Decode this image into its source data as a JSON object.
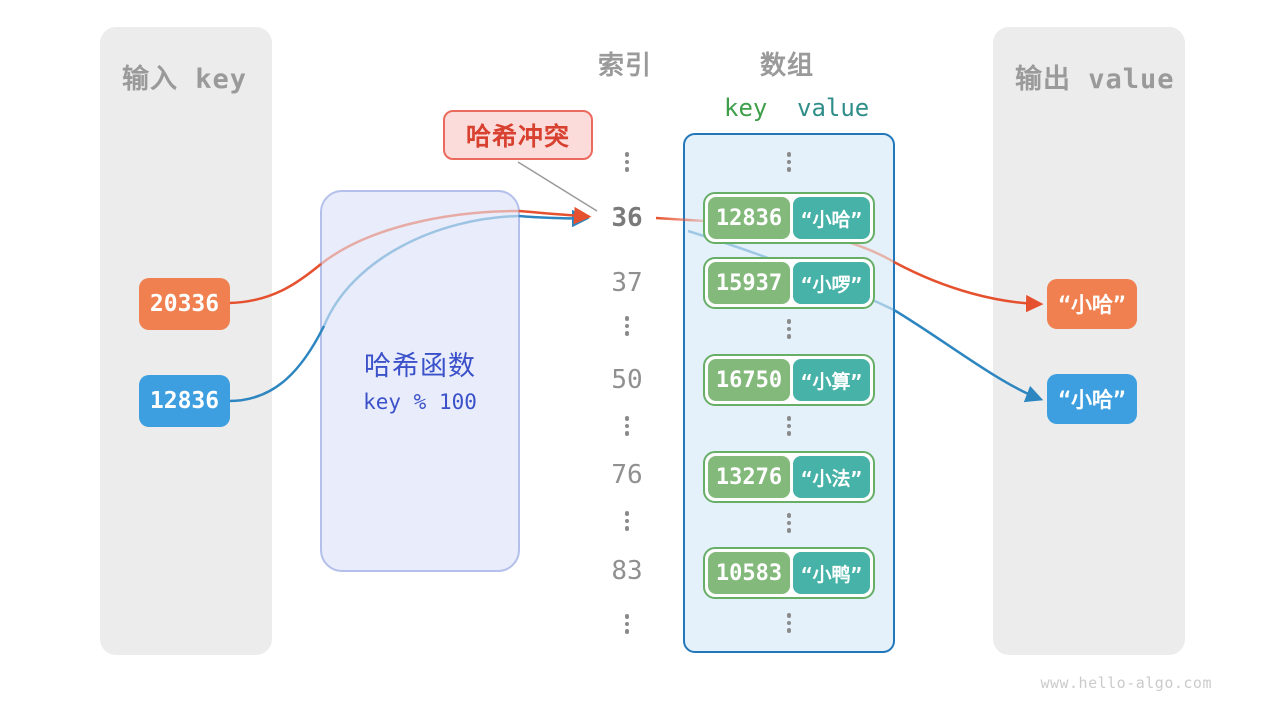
{
  "left_panel": {
    "title": "输入 key",
    "keys": [
      {
        "label": "20336",
        "color": "#F08050"
      },
      {
        "label": "12836",
        "color": "#3D9FE0"
      }
    ]
  },
  "hash_function": {
    "name": "哈希函数",
    "formula": "key % 100"
  },
  "collision_badge": {
    "label": "哈希冲突"
  },
  "index_column": {
    "title": "索引",
    "values": [
      "36",
      "37",
      "50",
      "76",
      "83"
    ],
    "highlighted_value": "36"
  },
  "array": {
    "title": "数组",
    "key_header": "key",
    "value_header": "value",
    "rows": [
      {
        "key": "12836",
        "value": "“小哈”"
      },
      {
        "key": "15937",
        "value": "“小啰”"
      },
      {
        "key": "16750",
        "value": "“小算”"
      },
      {
        "key": "13276",
        "value": "“小法”"
      },
      {
        "key": "10583",
        "value": "“小鸭”"
      }
    ]
  },
  "output_panel": {
    "title": "输出 value",
    "outputs": [
      {
        "label": "“小哈”",
        "color": "#F08050"
      },
      {
        "label": "“小哈”",
        "color": "#3D9FE0"
      }
    ]
  },
  "colors": {
    "orange_arrow": "#E5512E",
    "blue_arrow": "#2E86C1",
    "array_border": "#2277BB",
    "row_key_green": "#84B97C",
    "row_value_teal": "#47B2A7",
    "hash_box_text": "#3B51C9",
    "collision_red": "#D8402F",
    "panel_gray": "#ececec"
  },
  "watermark": "www.hello-algo.com"
}
